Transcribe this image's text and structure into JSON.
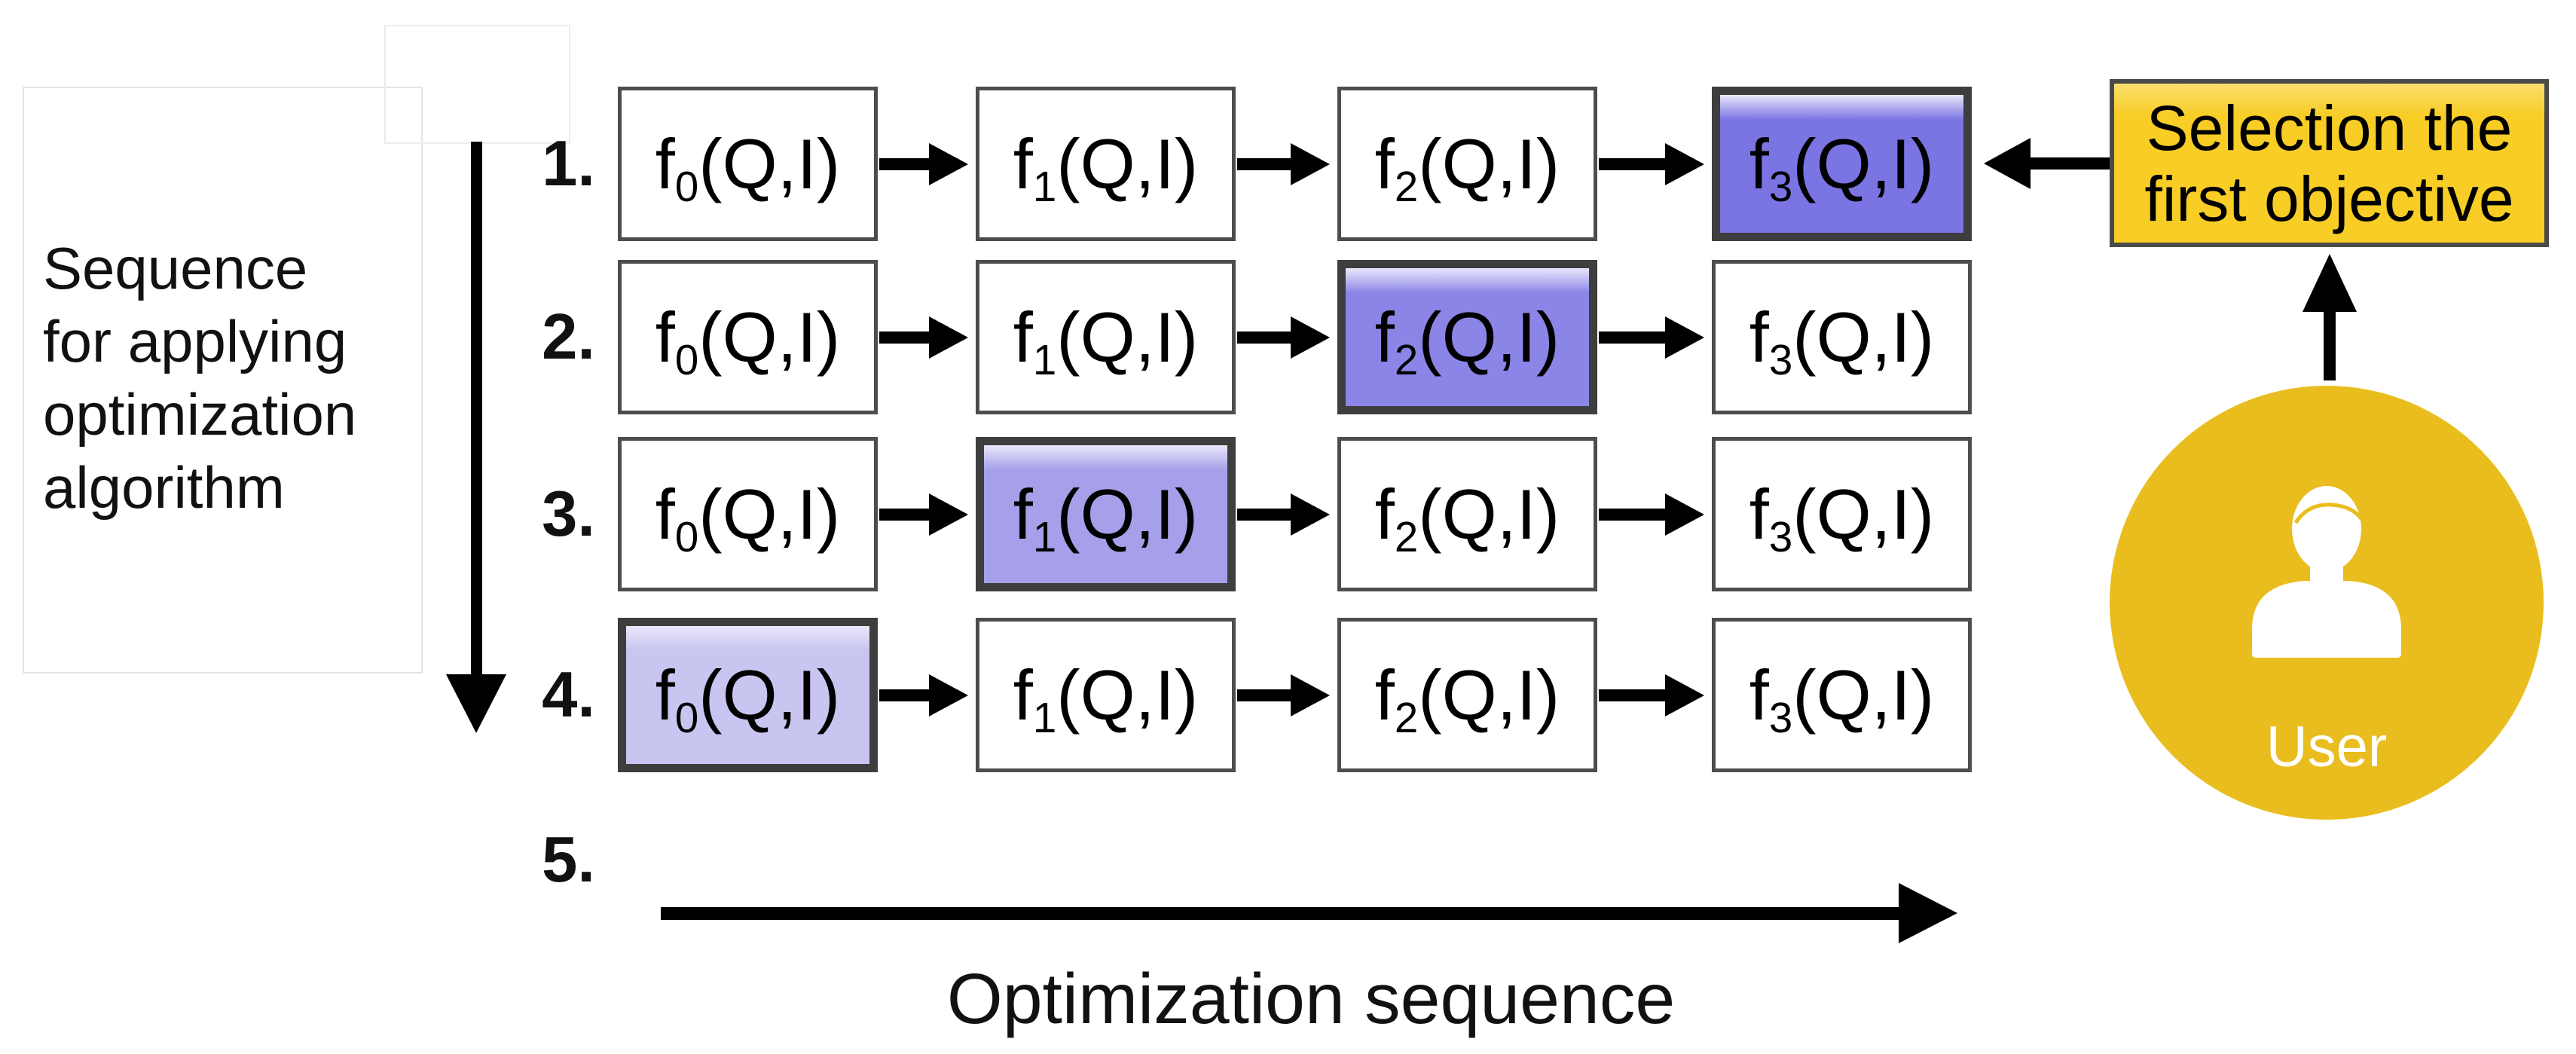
{
  "left_panel": {
    "lines": [
      "Sequence",
      "for applying",
      "optimization",
      "algorithm"
    ]
  },
  "sequence": {
    "rows": [
      {
        "number": "1.",
        "highlight_index": 3
      },
      {
        "number": "2.",
        "highlight_index": 2
      },
      {
        "number": "3.",
        "highlight_index": 1
      },
      {
        "number": "4.",
        "highlight_index": 0
      }
    ],
    "row5_number": "5.",
    "objective_boxes": [
      {
        "base": "f",
        "sub": "0",
        "args": "(Q,I)"
      },
      {
        "base": "f",
        "sub": "1",
        "args": "(Q,I)"
      },
      {
        "base": "f",
        "sub": "2",
        "args": "(Q,I)"
      },
      {
        "base": "f",
        "sub": "3",
        "args": "(Q,I)"
      }
    ],
    "highlight_fills_by_row": [
      "#7b74e3",
      "#8b85e7",
      "#a5a0e9",
      "#c9c5f1"
    ]
  },
  "bottom_axis": {
    "label": "Optimization sequence"
  },
  "selection_box": {
    "lines": [
      "Selection the",
      "first objective"
    ],
    "fill": "#f7cd26",
    "border": "#4a4a4a"
  },
  "user_badge": {
    "label": "User",
    "fill": "#e9bd1d"
  },
  "colors": {
    "plain_box_border": "#4d4d4d",
    "highlight_box_border": "#3e3e3e",
    "arrow": "#000000"
  }
}
